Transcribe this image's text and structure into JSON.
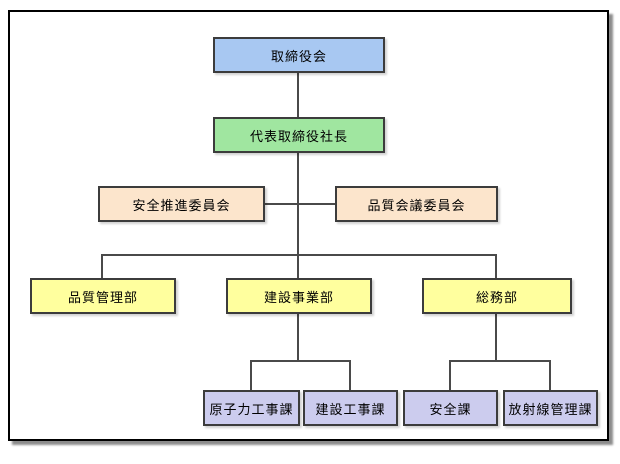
{
  "diagram": {
    "type": "org-chart",
    "colors": {
      "board_fill": "#a8c8f2",
      "president_fill": "#a0e6a0",
      "committee_fill": "#fce5cc",
      "department_fill": "#ffff9e",
      "section_fill": "#ccccee",
      "node_border": "#3c3c3c",
      "connector": "#4a4a4a",
      "frame_border": "#000000",
      "background": "#ffffff"
    },
    "nodes": {
      "board": {
        "label": "取締役会",
        "fill": "#a8c8f2",
        "level": 1
      },
      "president": {
        "label": "代表取締役社長",
        "fill": "#a0e6a0",
        "level": 2
      },
      "safety_committee": {
        "label": "安全推進委員会",
        "fill": "#fce5cc",
        "level": 3
      },
      "quality_committee": {
        "label": "品質会議委員会",
        "fill": "#fce5cc",
        "level": 3
      },
      "quality_dept": {
        "label": "品質管理部",
        "fill": "#ffff9e",
        "level": 4
      },
      "construction_dept": {
        "label": "建設事業部",
        "fill": "#ffff9e",
        "level": 4
      },
      "general_affairs_dept": {
        "label": "総務部",
        "fill": "#ffff9e",
        "level": 4
      },
      "nuclear_works_section": {
        "label": "原子力工事課",
        "fill": "#ccccee",
        "level": 5
      },
      "construction_works_section": {
        "label": "建設工事課",
        "fill": "#ccccee",
        "level": 5
      },
      "safety_section": {
        "label": "安全課",
        "fill": "#ccccee",
        "level": 5
      },
      "radiation_control_section": {
        "label": "放射線管理課",
        "fill": "#ccccee",
        "level": 5
      }
    },
    "edges": [
      [
        "board",
        "president"
      ],
      [
        "president",
        "safety_committee"
      ],
      [
        "president",
        "quality_committee"
      ],
      [
        "president",
        "quality_dept"
      ],
      [
        "president",
        "construction_dept"
      ],
      [
        "president",
        "general_affairs_dept"
      ],
      [
        "construction_dept",
        "nuclear_works_section"
      ],
      [
        "construction_dept",
        "construction_works_section"
      ],
      [
        "general_affairs_dept",
        "safety_section"
      ],
      [
        "general_affairs_dept",
        "radiation_control_section"
      ]
    ]
  }
}
